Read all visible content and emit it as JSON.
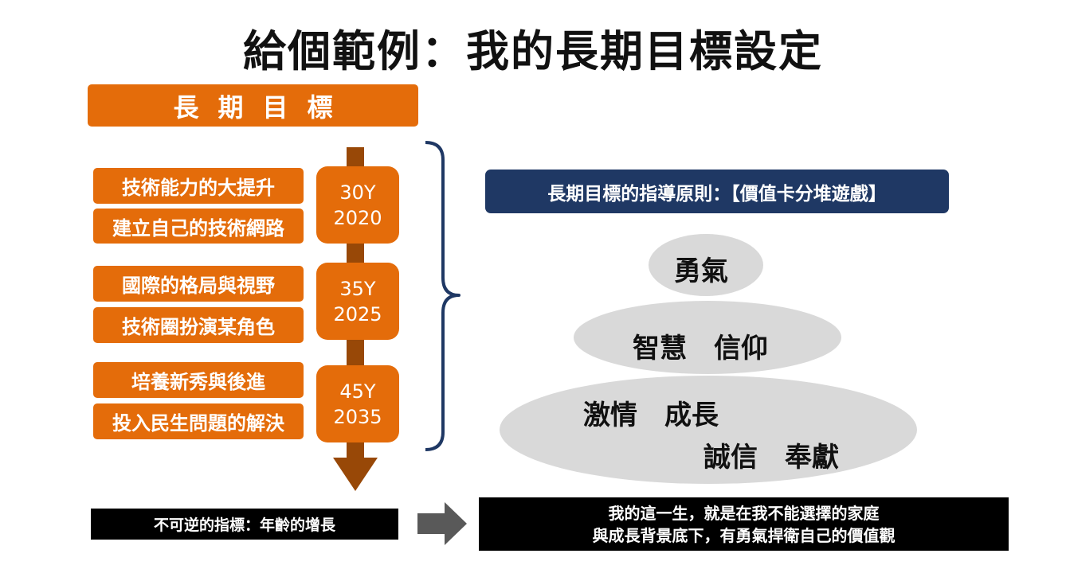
{
  "title": "給個範例：我的長期目標設定",
  "header": "長期目標",
  "goals": [
    "技術能力的大提升",
    "建立自己的技術網路",
    "國際的格局與視野",
    "技術圈扮演某角色",
    "培養新秀與後進",
    "投入民生問題的解決"
  ],
  "milestones": [
    {
      "age": "30Y",
      "year": "2020"
    },
    {
      "age": "35Y",
      "year": "2025"
    },
    {
      "age": "45Y",
      "year": "2035"
    }
  ],
  "principle": "長期目標的指導原則：【價值卡分堆遊戲】",
  "values": {
    "top": "勇氣",
    "middle": "智慧　信仰",
    "bottom_line1": "激情　成長",
    "bottom_line2": "誠信　奉獻"
  },
  "bottom_left": "不可逆的指標：年齡的增長",
  "bottom_right": {
    "line1": "我的這一生，就是在我不能選擇的家庭",
    "line2": "與成長背景底下，有勇氣捍衛自己的價值觀"
  },
  "colors": {
    "orange": "#E46C0A",
    "timeline_brown": "#984807",
    "navy": "#1F3864",
    "ellipse_gray": "#D9D9D9",
    "arrow_gray": "#595959"
  }
}
